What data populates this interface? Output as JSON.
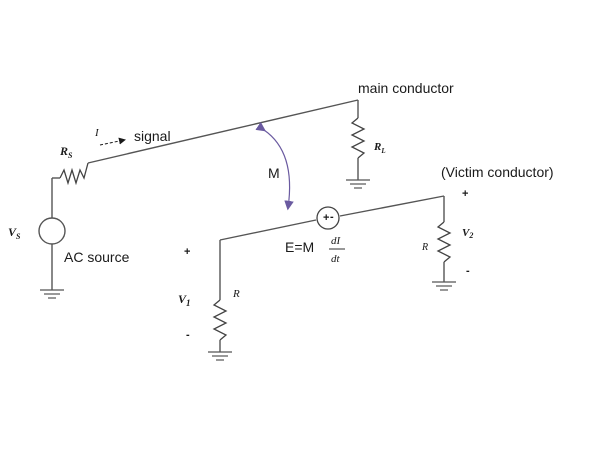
{
  "labels": {
    "main_conductor": "main conductor",
    "victim_conductor": "(Victim conductor)",
    "signal": "signal",
    "current": "I",
    "rs": "R",
    "rs_sub": "S",
    "rl": "R",
    "rl_sub": "L",
    "vs": "V",
    "vs_sub": "S",
    "ac_source": "AC source",
    "mutual": "M",
    "emf_prefix": "E=M",
    "emf_num": "dI",
    "emf_den": "dt",
    "v1": "V",
    "v1_sub": "1",
    "v2": "V",
    "v2_sub": "2",
    "r1": "R",
    "r2": "R",
    "plus": "+",
    "minus": "-",
    "src_plus": "+",
    "src_minus": "-"
  },
  "colors": {
    "wire": "#555555",
    "arrow": "#6a5aa0"
  }
}
